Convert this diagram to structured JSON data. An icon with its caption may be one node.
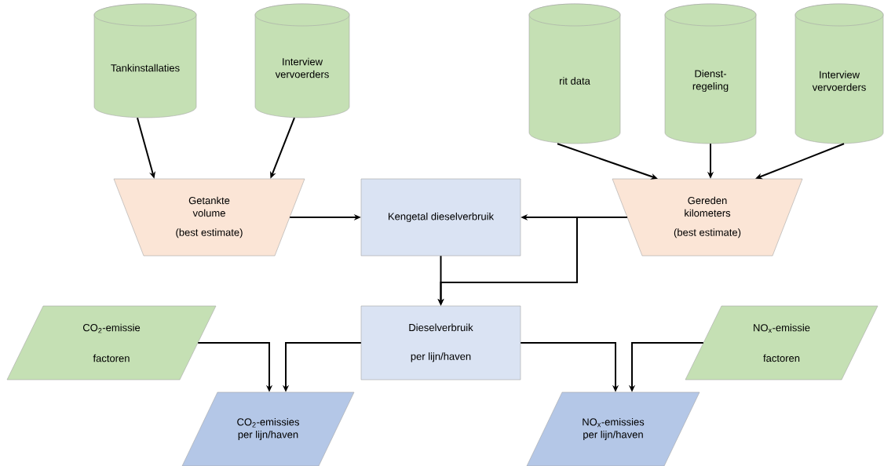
{
  "diagram": {
    "nodes": [
      {
        "text": [
          "Tankinstallaties"
        ]
      },
      {
        "text": [
          "Interview vervoerders"
        ]
      },
      {
        "text": [
          "rit data"
        ]
      },
      {
        "text": [
          "Dienst- regeling"
        ]
      },
      {
        "text": [
          "Interview vervoerders"
        ]
      },
      {
        "text": [
          "Getankte volume",
          "(best estimate)"
        ]
      },
      {
        "text": [
          "Kengetal dieselverbruik"
        ]
      },
      {
        "text": [
          "Gereden kilometers",
          "(best estimate)"
        ]
      },
      {
        "text": [
          "CO$_{2}$-emissie",
          "factoren"
        ]
      },
      {
        "text": [
          "Dieselverbruik",
          "per lijn/haven"
        ]
      },
      {
        "text": [
          "NO$_{x}$-emissie",
          "factoren"
        ]
      },
      {
        "text": [
          "CO$_{2}$-emissies per lijn/haven"
        ]
      },
      {
        "text": [
          "NO$_{x}$-emissies per lijn/haven"
        ]
      }
    ],
    "edges": [
      {
        "from": 0,
        "to": 5,
        "arrow": "to"
      },
      {
        "from": 1,
        "to": 5,
        "arrow": "to"
      },
      {
        "from": 2,
        "to": 7,
        "arrow": "to"
      },
      {
        "from": 3,
        "to": 7,
        "arrow": "to"
      },
      {
        "from": 4,
        "to": 7,
        "arrow": "to"
      },
      {
        "from": 5,
        "to": 6,
        "arrow": "to"
      },
      {
        "from": 7,
        "to": 6,
        "arrow": "to"
      },
      {
        "from": 6,
        "to": 9,
        "arrow": "to"
      },
      {
        "from": 7,
        "to": 9,
        "arrow": "to"
      },
      {
        "from": 8,
        "to": 11,
        "arrow": "to"
      },
      {
        "from": 9,
        "to": 11,
        "arrow": "to"
      },
      {
        "from": 9,
        "to": 12,
        "arrow": "to"
      },
      {
        "from": 10,
        "to": 12,
        "arrow": "to"
      }
    ]
  }
}
